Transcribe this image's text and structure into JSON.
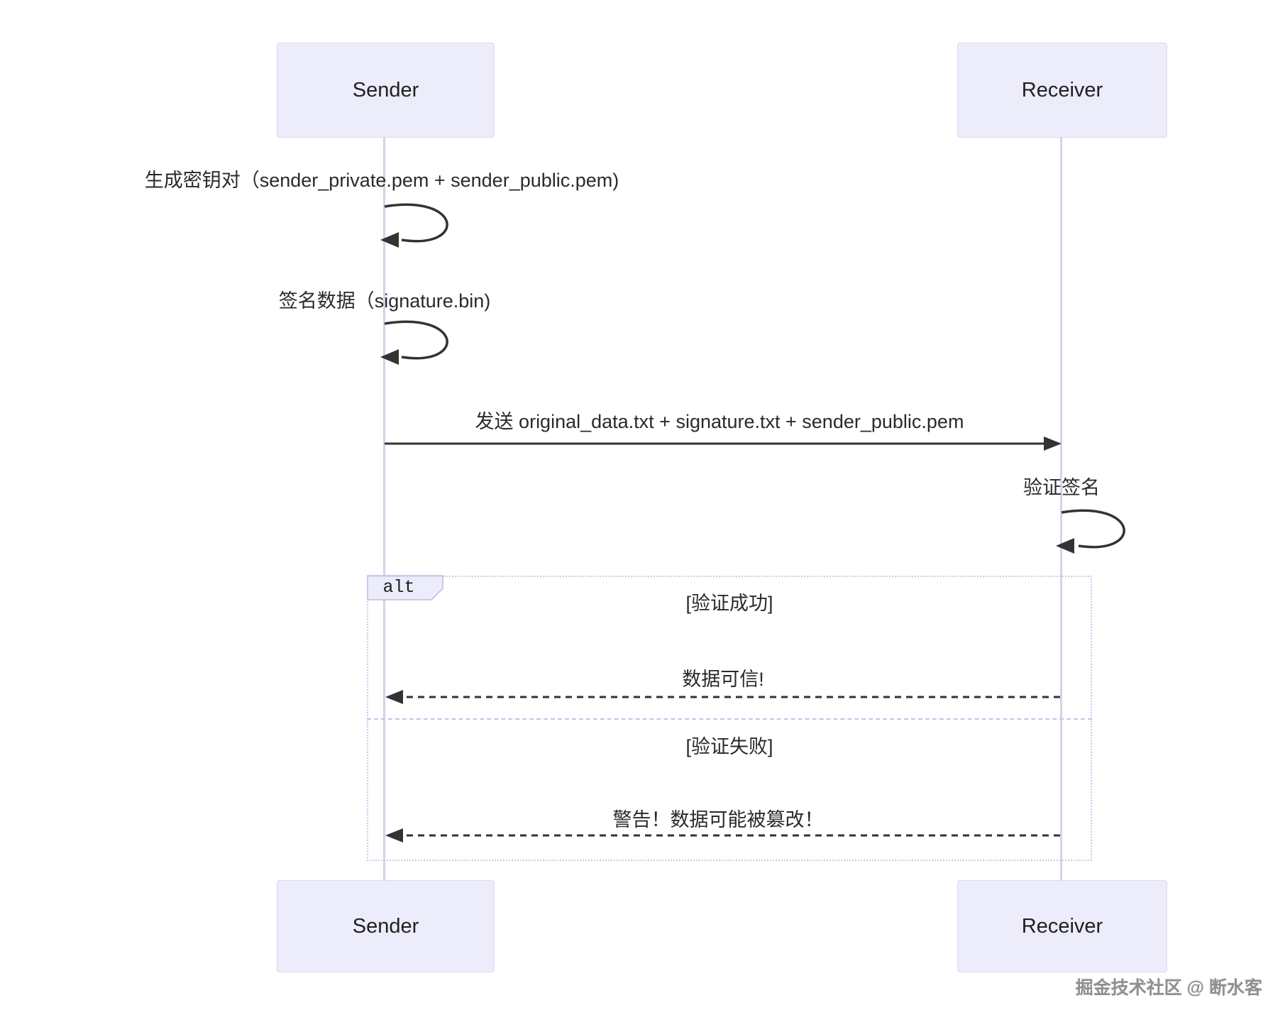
{
  "diagram_type": "sequence-diagram",
  "actors": {
    "sender": "Sender",
    "receiver": "Receiver"
  },
  "messages": {
    "self_keygen": "生成密钥对（sender_private.pem + sender_public.pem)",
    "self_sign": "签名数据（signature.bin)",
    "send_files": "发送 original_data.txt + signature.txt + sender_public.pem",
    "self_verify": "验证签名"
  },
  "alt": {
    "label": "alt",
    "success_condition": "[验证成功]",
    "success_message": "数据可信!",
    "fail_condition": "[验证失败]",
    "fail_message": "警告！数据可能被篡改！"
  },
  "watermark": "掘金技术社区 @ 断水客",
  "colors": {
    "actor_fill": "#ececfb",
    "actor_border": "#d9d9ee",
    "lifeline": "#d2d2ec",
    "frame_border": "#c9c9ef",
    "arrow": "#333333",
    "text": "#1f2020",
    "watermark_text": "#8f8f8f"
  }
}
